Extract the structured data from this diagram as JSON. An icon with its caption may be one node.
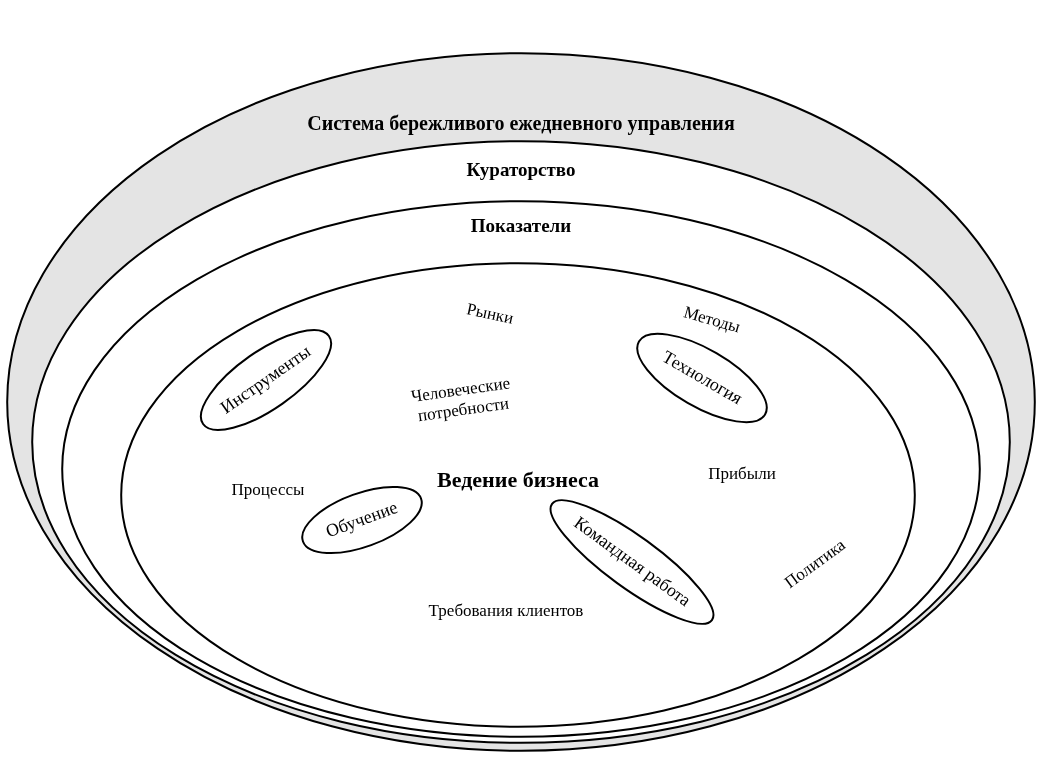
{
  "diagram": {
    "nodes": [
      {
        "text": [
          "Система бережливого ежедневного управления"
        ]
      },
      {
        "text": [
          "Кураторство"
        ],
        "in": 0
      },
      {
        "text": [
          "Показатели"
        ],
        "in": 1
      },
      {
        "text": [
          "Ведение бизнеса"
        ],
        "in": 2
      },
      {
        "text": [
          "Инструменты"
        ],
        "in": 3
      },
      {
        "text": [
          "Технология"
        ],
        "in": 3
      },
      {
        "text": [
          "Обучение"
        ],
        "in": 3
      },
      {
        "text": [
          "Командная работа"
        ],
        "in": 3
      }
    ],
    "labels": [
      "Рынки",
      "Методы",
      "Человеческие потребности",
      "Процессы",
      "Прибыли",
      "Политика",
      "Требования клиентов"
    ]
  }
}
